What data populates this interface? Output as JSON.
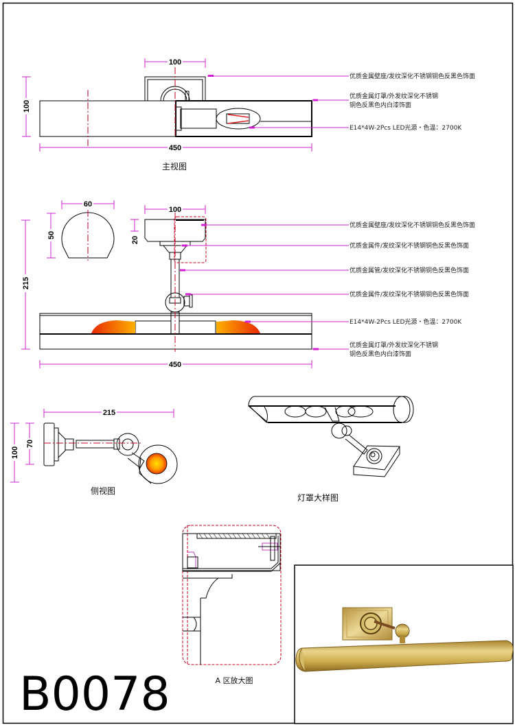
{
  "product_code": "B0078",
  "colors": {
    "dimension_line": "#d020d0",
    "center_line": "#c00020",
    "brass": "#c9a84a",
    "led_glow_start": "#e82a00",
    "led_glow_end": "#ffb000"
  },
  "front_view": {
    "caption": "主视图",
    "dims": {
      "width": "450",
      "height": "100",
      "base_width": "100"
    },
    "callouts": [
      {
        "text": "优质金属壁座/发纹深化不锈钢铜色反黑色饰面"
      },
      {
        "line1": "优质金属灯罩/外发纹深化不锈钢",
        "line2": "铜色反黑色内白漆饰面"
      },
      {
        "text": "E14*4W-2Pcs LED光源・色温：2700K"
      }
    ]
  },
  "top_view": {
    "dims": {
      "width": "450",
      "height": "215",
      "base_width": "100",
      "base_depth": "20",
      "shade_width": "60",
      "shade_height": "50"
    },
    "callouts": [
      {
        "text": "优质金属壁座/发纹深化不锈钢铜色反黑色饰面"
      },
      {
        "text": "优质金属件/发纹深化不锈钢铜色反黑色饰面"
      },
      {
        "text": "优质金属管/发纹深化不锈钢铜色反黑色饰面"
      },
      {
        "text": "优质金属件/发纹深化不锈钢铜色反黑色饰面"
      },
      {
        "text": "E14*4W-2Pcs LED光源・色温：2700K"
      },
      {
        "line1": "优质金属灯罩/外发纹深化不锈钢",
        "line2": "铜色反黑色内白漆饰面"
      }
    ]
  },
  "side_view": {
    "caption": "侧视图",
    "dims": {
      "depth": "215",
      "height": "100",
      "base_height": "70"
    }
  },
  "iso_view": {
    "caption": "灯罩大样图"
  },
  "detail_view": {
    "caption": "A 区放大图"
  },
  "photo": {
    "label": "product-photo"
  }
}
